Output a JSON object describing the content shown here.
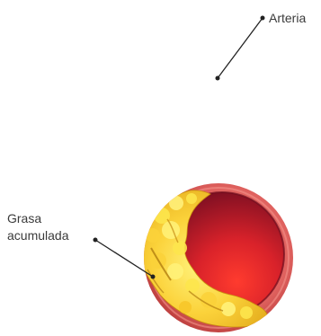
{
  "labels": {
    "arteria": "Arteria",
    "grasa_line1": "Grasa",
    "grasa_line2": "acumulada"
  },
  "colors": {
    "outer_ring": "#e0625f",
    "outer_ring_dark": "#b83a3a",
    "lumen_edge": "#8e1225",
    "lumen_center": "#e02a2a",
    "plaque_light": "#ffe35a",
    "plaque_mid": "#f7c629",
    "plaque_dark": "#d69a12",
    "leader_line": "#222222",
    "label_text": "#3a3a3a"
  }
}
